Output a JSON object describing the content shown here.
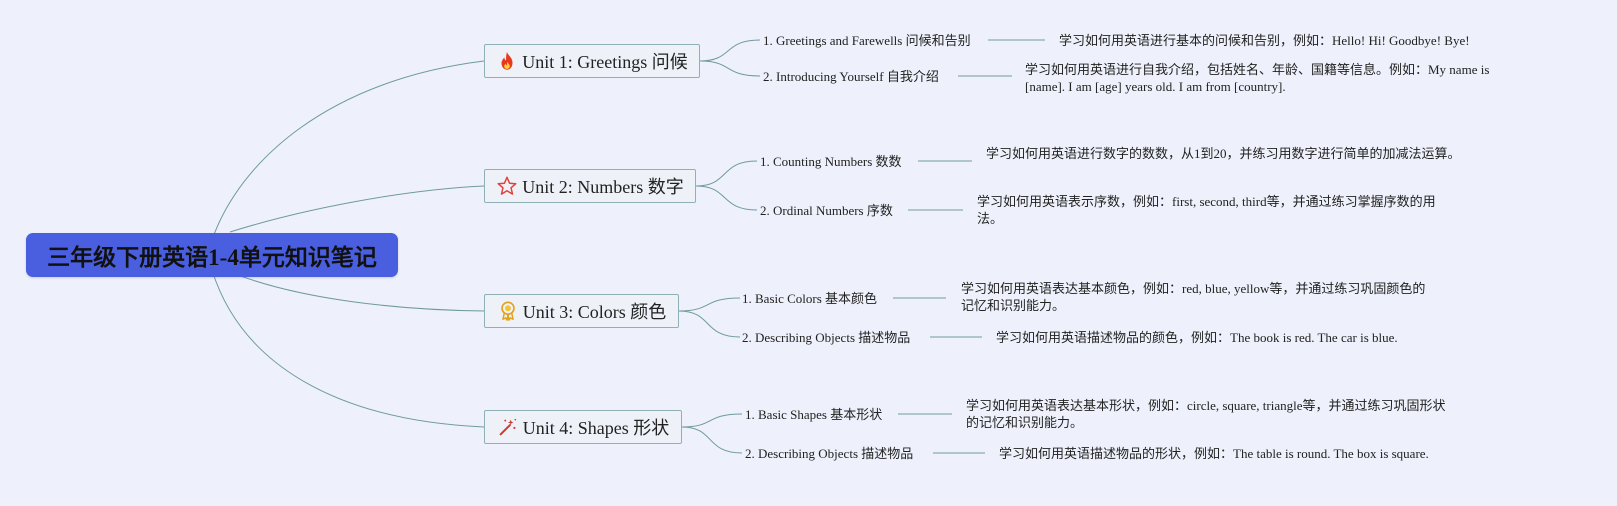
{
  "root": {
    "title": "三年级下册英语1-4单元知识笔记"
  },
  "units": [
    {
      "label": "Unit 1: Greetings 问候",
      "icon": "fire-icon",
      "topics": [
        {
          "label": "1. Greetings and Farewells 问候和告别",
          "detail": "学习如何用英语进行基本的问候和告别，例如：Hello! Hi! Goodbye! Bye!"
        },
        {
          "label": "2. Introducing Yourself 自我介绍",
          "detail": "学习如何用英语进行自我介绍，包括姓名、年龄、国籍等信息。例如：My name is [name]. I am [age] years old. I am from [country]."
        }
      ]
    },
    {
      "label": "Unit 2: Numbers 数字",
      "icon": "star-icon",
      "topics": [
        {
          "label": "1. Counting Numbers 数数",
          "detail": "学习如何用英语进行数字的数数，从1到20，并练习用数字进行简单的加减法运算。"
        },
        {
          "label": "2. Ordinal Numbers 序数",
          "detail": "学习如何用英语表示序数，例如：first, second, third等，并通过练习掌握序数的用法。"
        }
      ]
    },
    {
      "label": "Unit 3: Colors 颜色",
      "icon": "medal-icon",
      "topics": [
        {
          "label": "1. Basic Colors 基本颜色",
          "detail": "学习如何用英语表达基本颜色，例如：red, blue, yellow等，并通过练习巩固颜色的记忆和识别能力。"
        },
        {
          "label": "2. Describing Objects 描述物品",
          "detail": "学习如何用英语描述物品的颜色，例如：The book is red. The car is blue."
        }
      ]
    },
    {
      "label": "Unit 4: Shapes 形状",
      "icon": "magic-wand-icon",
      "topics": [
        {
          "label": "1. Basic Shapes 基本形状",
          "detail": "学习如何用英语表达基本形状，例如：circle, square, triangle等，并通过练习巩固形状的记忆和识别能力。"
        },
        {
          "label": "2. Describing Objects 描述物品",
          "detail": "学习如何用英语描述物品的形状，例如：The table is round. The box is square."
        }
      ]
    }
  ],
  "colors": {
    "background": "#eef1fb",
    "root_fill": "#4a5ee0",
    "edge": "#6f9a9c",
    "unit_border": "#8fb1b3"
  }
}
